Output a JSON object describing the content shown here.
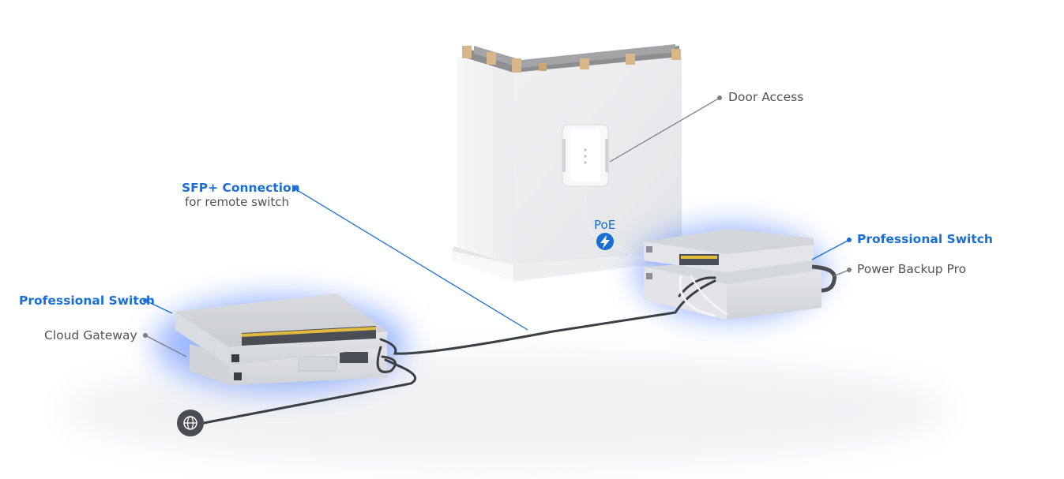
{
  "labels": {
    "door_access": "Door Access",
    "sfp_title": "SFP+ Connection",
    "sfp_subtitle": "for remote switch",
    "poe": "PoE",
    "pro_switch_right": "Professional Switch",
    "power_backup": "Power Backup Pro",
    "pro_switch_left": "Professional Switch",
    "cloud_gateway": "Cloud Gateway"
  },
  "icons": {
    "poe_badge": "lightning-icon",
    "internet": "globe-icon"
  },
  "colors": {
    "accent_blue": "#1a6fd6",
    "label_gray": "#505356",
    "glow_blue": "#4a7dff"
  }
}
